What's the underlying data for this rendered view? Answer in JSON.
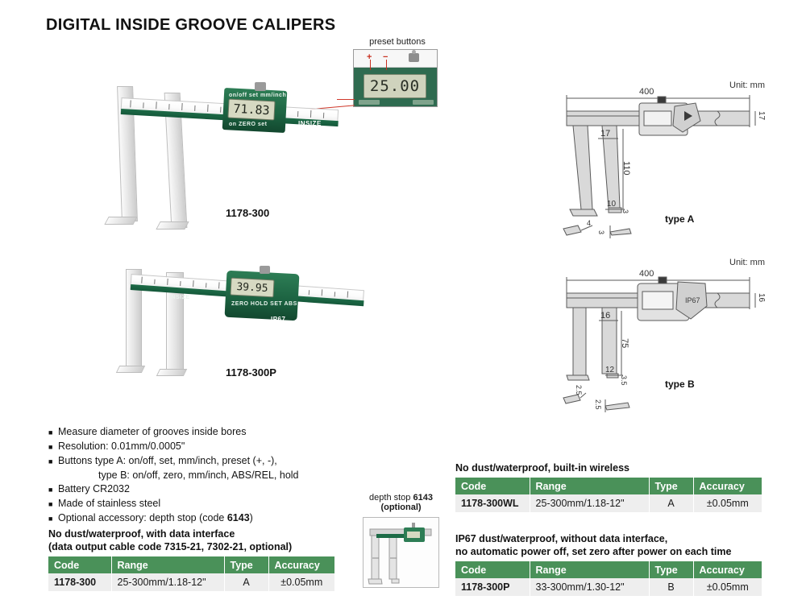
{
  "title": "DIGITAL INSIDE GROOVE CALIPERS",
  "accent_green": "#4a9159",
  "callout": {
    "preset_label": "preset buttons",
    "plus": "+",
    "minus": "−",
    "display_value": "25.00"
  },
  "products": [
    {
      "caption": "1178-300",
      "display_value": "71.83",
      "badge": ""
    },
    {
      "caption": "1178-300P",
      "display_value": "39.95",
      "badge": "IP67"
    }
  ],
  "drawings": [
    {
      "unit": "Unit: mm",
      "type_label": "type A",
      "length": "400",
      "beam_height": "17",
      "jaw_width": "17",
      "jaw_depth": "110",
      "tip_width": "10",
      "tip_thickness": "3",
      "detail_a": "4",
      "detail_b": "3"
    },
    {
      "unit": "Unit: mm",
      "type_label": "type B",
      "length": "400",
      "beam_height": "16",
      "jaw_width": "16",
      "jaw_depth": "75",
      "tip_width": "12",
      "tip_thickness": "3.5",
      "detail_a": "2.5",
      "detail_b": "2.5"
    }
  ],
  "features": [
    "Measure diameter of grooves inside bores",
    "Resolution: 0.01mm/0.0005\"",
    "Buttons type A: on/off, set, mm/inch, preset (+, -),",
    "Battery CR2032",
    "Made of stainless steel",
    "Optional accessory: depth stop (code 6143)"
  ],
  "features_sub": "type B: on/off, zero, mm/inch, ABS/REL, hold",
  "feature_optional_prefix": "Optional accessory: depth stop (code ",
  "feature_optional_code": "6143",
  "feature_optional_suffix": ")",
  "depth_stop": {
    "line1_prefix": "depth stop ",
    "line1_code": "6143",
    "line2": "(optional)"
  },
  "tables": [
    {
      "title_lines": [
        "No dust/waterproof, with data interface",
        "(data output cable code 7315-21, 7302-21, optional)"
      ],
      "headers": [
        "Code",
        "Range",
        "Type",
        "Accuracy"
      ],
      "rows": [
        [
          "1178-300",
          "25-300mm/1.18-12\"",
          "A",
          "±0.05mm"
        ]
      ]
    },
    {
      "title_lines": [
        "No dust/waterproof, built-in wireless"
      ],
      "headers": [
        "Code",
        "Range",
        "Type",
        "Accuracy"
      ],
      "rows": [
        [
          "1178-300WL",
          "25-300mm/1.18-12\"",
          "A",
          "±0.05mm"
        ]
      ]
    },
    {
      "title_lines": [
        "IP67 dust/waterproof, without data interface,",
        "no automatic power off, set zero after power on each time"
      ],
      "headers": [
        "Code",
        "Range",
        "Type",
        "Accuracy"
      ],
      "rows": [
        [
          "1178-300P",
          "33-300mm/1.30-12\"",
          "B",
          "±0.05mm"
        ]
      ]
    }
  ]
}
